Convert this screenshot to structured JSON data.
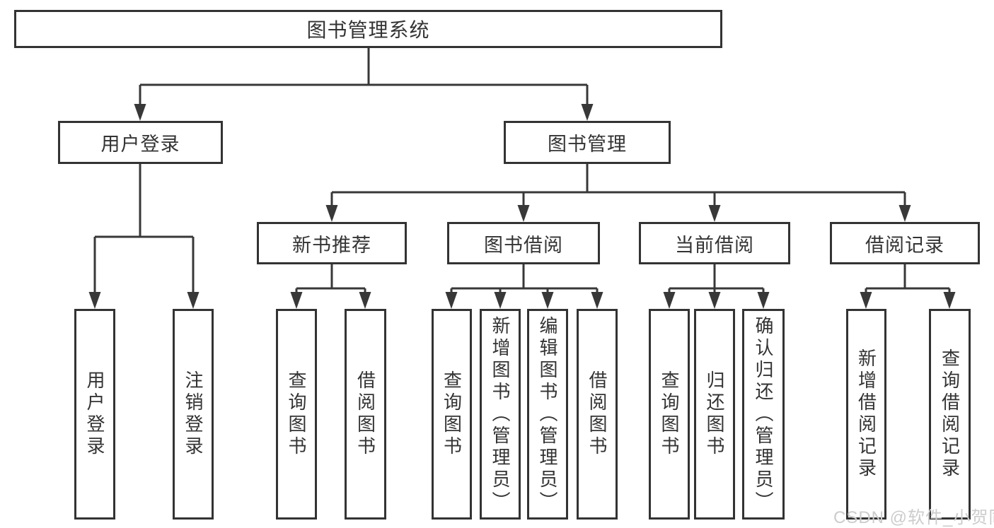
{
  "diagram": {
    "root": {
      "label": "图书管理系统"
    },
    "level2": {
      "user_login": {
        "label": "用户登录"
      },
      "book_management": {
        "label": "图书管理"
      }
    },
    "level3": {
      "new_book_recommend": {
        "label": "新书推荐"
      },
      "book_borrow": {
        "label": "图书借阅"
      },
      "current_borrow": {
        "label": "当前借阅"
      },
      "borrow_records": {
        "label": "借阅记录"
      }
    },
    "leaves": {
      "user_login": [
        {
          "label": "用户登录"
        },
        {
          "label": "注销登录"
        }
      ],
      "new_book_recommend": [
        {
          "label": "查询图书"
        },
        {
          "label": "借阅图书"
        }
      ],
      "book_borrow": [
        {
          "label": "查询图书"
        },
        {
          "label": "新增图书（管理员）"
        },
        {
          "label": "编辑图书（管理员）"
        },
        {
          "label": "借阅图书"
        }
      ],
      "current_borrow": [
        {
          "label": "查询图书"
        },
        {
          "label": "归还图书"
        },
        {
          "label": "确认归还（管理员）"
        }
      ],
      "borrow_records": [
        {
          "label": "新增借阅记录"
        },
        {
          "label": "查询借阅记录"
        }
      ]
    }
  },
  "watermark": {
    "text": "CSDN @软件_小贺同学"
  },
  "colors": {
    "line": "#383838",
    "border": "#333333",
    "text": "#333333",
    "watermark": "#cccccc",
    "background": "#ffffff"
  }
}
